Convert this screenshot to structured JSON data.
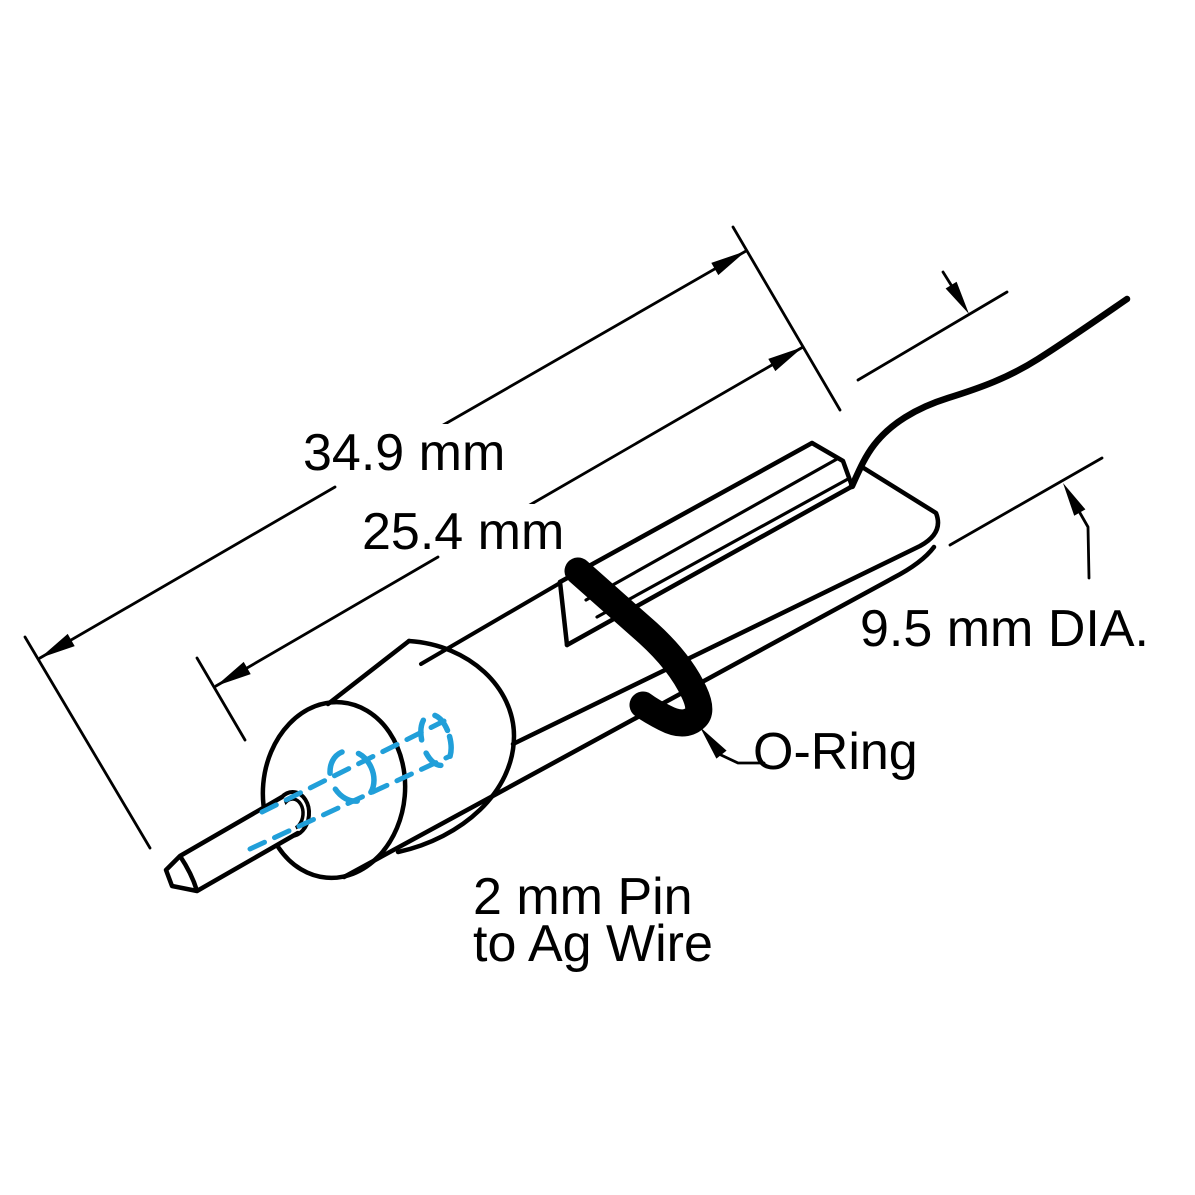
{
  "drawing": {
    "background": "#ffffff",
    "line_color": "#000000",
    "hidden_line_color": "#219fd9",
    "labels": {
      "overall_length": "34.9 mm",
      "exposed_length": "25.4 mm",
      "diameter": "9.5 mm DIA.",
      "oring": "O-Ring",
      "pin_line1": "2 mm Pin",
      "pin_line2": "to Ag Wire"
    }
  }
}
